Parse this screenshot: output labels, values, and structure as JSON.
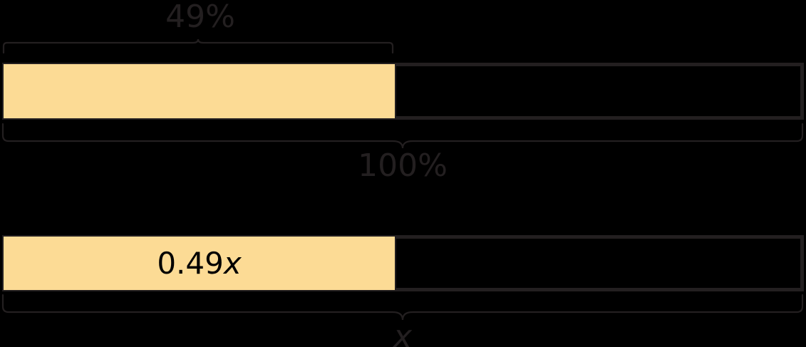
{
  "figure": {
    "type": "tape-diagram",
    "description": "Percent bar model comparing 49% of a whole to 0.49x",
    "background_color": "#000000",
    "fill_color": "#fcdb95",
    "stroke_color": "#231f20",
    "text_color": "#231f20"
  },
  "annotations": {
    "top_brace_label": "49%",
    "middle_brace_label": "100%",
    "bottom_brace_label": "x"
  },
  "bars": [
    {
      "name": "percent-bar",
      "total_label": "100%",
      "part_label": "49%",
      "part_fraction": 0.49,
      "inner_text": ""
    },
    {
      "name": "variable-bar",
      "total_label": "x",
      "part_label": "0.49x",
      "part_fraction": 0.49,
      "inner_text": "0.49x"
    }
  ],
  "chart_data": {
    "type": "bar",
    "title": "",
    "categories": [
      "percent-bar",
      "variable-bar"
    ],
    "series": [
      {
        "name": "shaded part",
        "values": [
          49,
          49
        ],
        "labels": [
          "49%",
          "0.49x"
        ]
      },
      {
        "name": "whole",
        "values": [
          100,
          100
        ],
        "labels": [
          "100%",
          "x"
        ]
      }
    ],
    "xlabel": "",
    "ylabel": "",
    "ylim": [
      0,
      100
    ],
    "grid": false,
    "legend": "none",
    "annotations": [
      "49%",
      "100%",
      "0.49x",
      "x"
    ]
  }
}
